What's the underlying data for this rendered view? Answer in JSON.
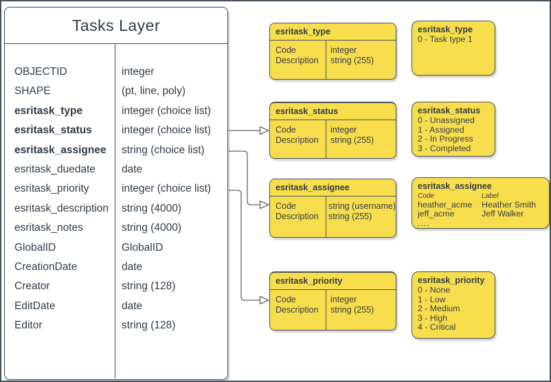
{
  "colors": {
    "box_fill": "#F8DE4C",
    "box_border": "#474F58",
    "ink": "#2F3B47",
    "connector": "#5A636D"
  },
  "tasks_table": {
    "title": "Tasks Layer",
    "rows": [
      {
        "name": "OBJECTID",
        "type": "integer",
        "weight": "normal"
      },
      {
        "name": "SHAPE",
        "type": "(pt, line, poly)",
        "weight": "normal"
      },
      {
        "name": "esritask_type",
        "type": "integer (choice list)",
        "weight": "bold"
      },
      {
        "name": "esritask_status",
        "type": "integer (choice list)",
        "weight": "bold"
      },
      {
        "name": "esritask_assignee",
        "type": "string (choice list)",
        "weight": "bold"
      },
      {
        "name": "esritask_duedate",
        "type": "date",
        "weight": "normal"
      },
      {
        "name": "esritask_priority",
        "type": "integer (choice list)",
        "weight": "normal"
      },
      {
        "name": "esritask_description",
        "type": "string (4000)",
        "weight": "normal"
      },
      {
        "name": "esritask_notes",
        "type": "string (4000)",
        "weight": "normal"
      },
      {
        "name": "GlobalID",
        "type": "GlobalID",
        "weight": "normal"
      },
      {
        "name": "CreationDate",
        "type": "date",
        "weight": "normal"
      },
      {
        "name": "Creator",
        "type": "string (128)",
        "weight": "normal"
      },
      {
        "name": "EditDate",
        "type": "date",
        "weight": "normal"
      },
      {
        "name": "Editor",
        "type": "string (128)",
        "weight": "normal"
      }
    ]
  },
  "domain_tables": [
    {
      "title": "esritask_type",
      "fields": [
        {
          "name": "Code",
          "type": "integer"
        },
        {
          "name": "Description",
          "type": "string (255)"
        }
      ]
    },
    {
      "title": "esritask_status",
      "fields": [
        {
          "name": "Code",
          "type": "integer"
        },
        {
          "name": "Description",
          "type": "string (255)"
        }
      ]
    },
    {
      "title": "esritask_assignee",
      "fields": [
        {
          "name": "Code",
          "type": "string (username)"
        },
        {
          "name": "Description",
          "type": "string (255)"
        }
      ]
    },
    {
      "title": "esritask_priority",
      "fields": [
        {
          "name": "Code",
          "type": "integer"
        },
        {
          "name": "Description",
          "type": "string (255)"
        }
      ]
    }
  ],
  "value_lists": [
    {
      "title": "esritask_type",
      "values": [
        "0 - Task type 1"
      ]
    },
    {
      "title": "esritask_status",
      "values": [
        "0 - Unassigned",
        "1 - Assigned",
        "2 - In Progress",
        "3 - Completed"
      ]
    },
    {
      "title": "esritask_priority",
      "values": [
        "0 - None",
        "1 - Low",
        "2 - Medium",
        "3 - High",
        "4 - Critical"
      ]
    }
  ],
  "assignee_list": {
    "title": "esritask_assignee",
    "code_header": "Code",
    "label_header": "Label",
    "rows": [
      {
        "code": "heather_acme",
        "label": "Heather Smith"
      },
      {
        "code": "jeff_acme",
        "label": "Jeff Walker"
      }
    ],
    "more": "...."
  }
}
